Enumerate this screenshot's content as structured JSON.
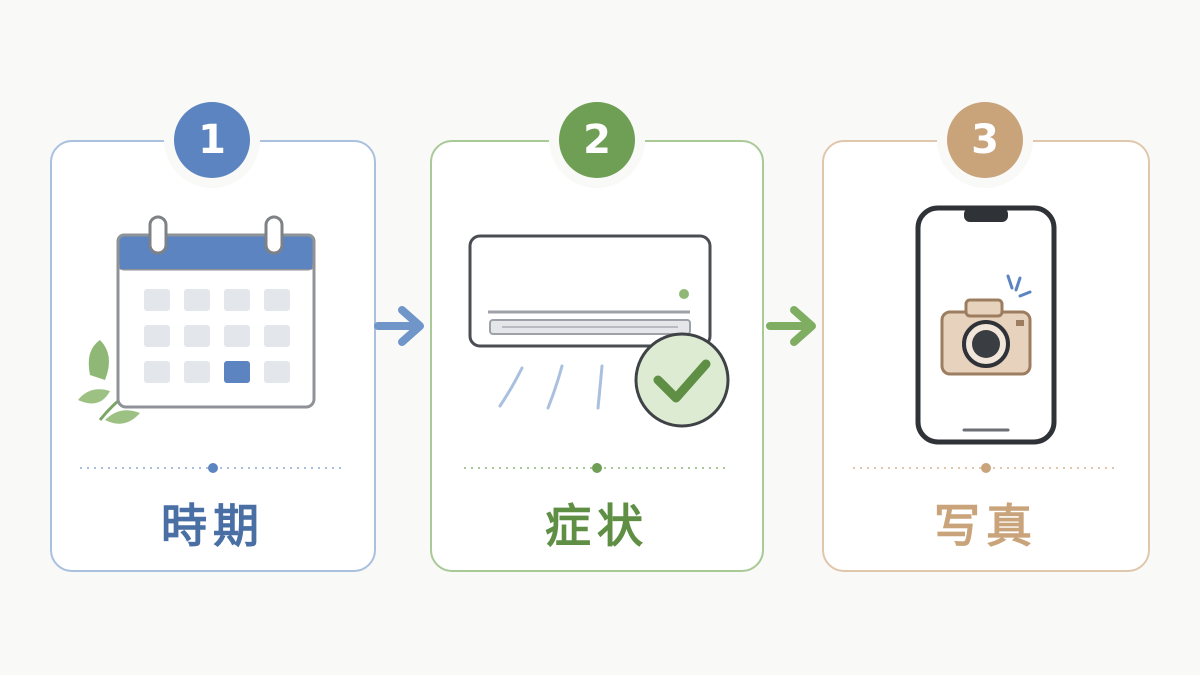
{
  "steps": [
    {
      "number": "1",
      "label": "時期",
      "icon": "calendar-icon",
      "color": "#5b84c0"
    },
    {
      "number": "2",
      "label": "症状",
      "icon": "air-conditioner-icon",
      "color": "#6e9f55"
    },
    {
      "number": "3",
      "label": "写真",
      "icon": "smartphone-camera-icon",
      "color": "#c9a37a"
    }
  ],
  "colors": {
    "blue": "#5b84c0",
    "green": "#6e9f55",
    "tan": "#c9a37a",
    "background": "#f9f9f8"
  }
}
